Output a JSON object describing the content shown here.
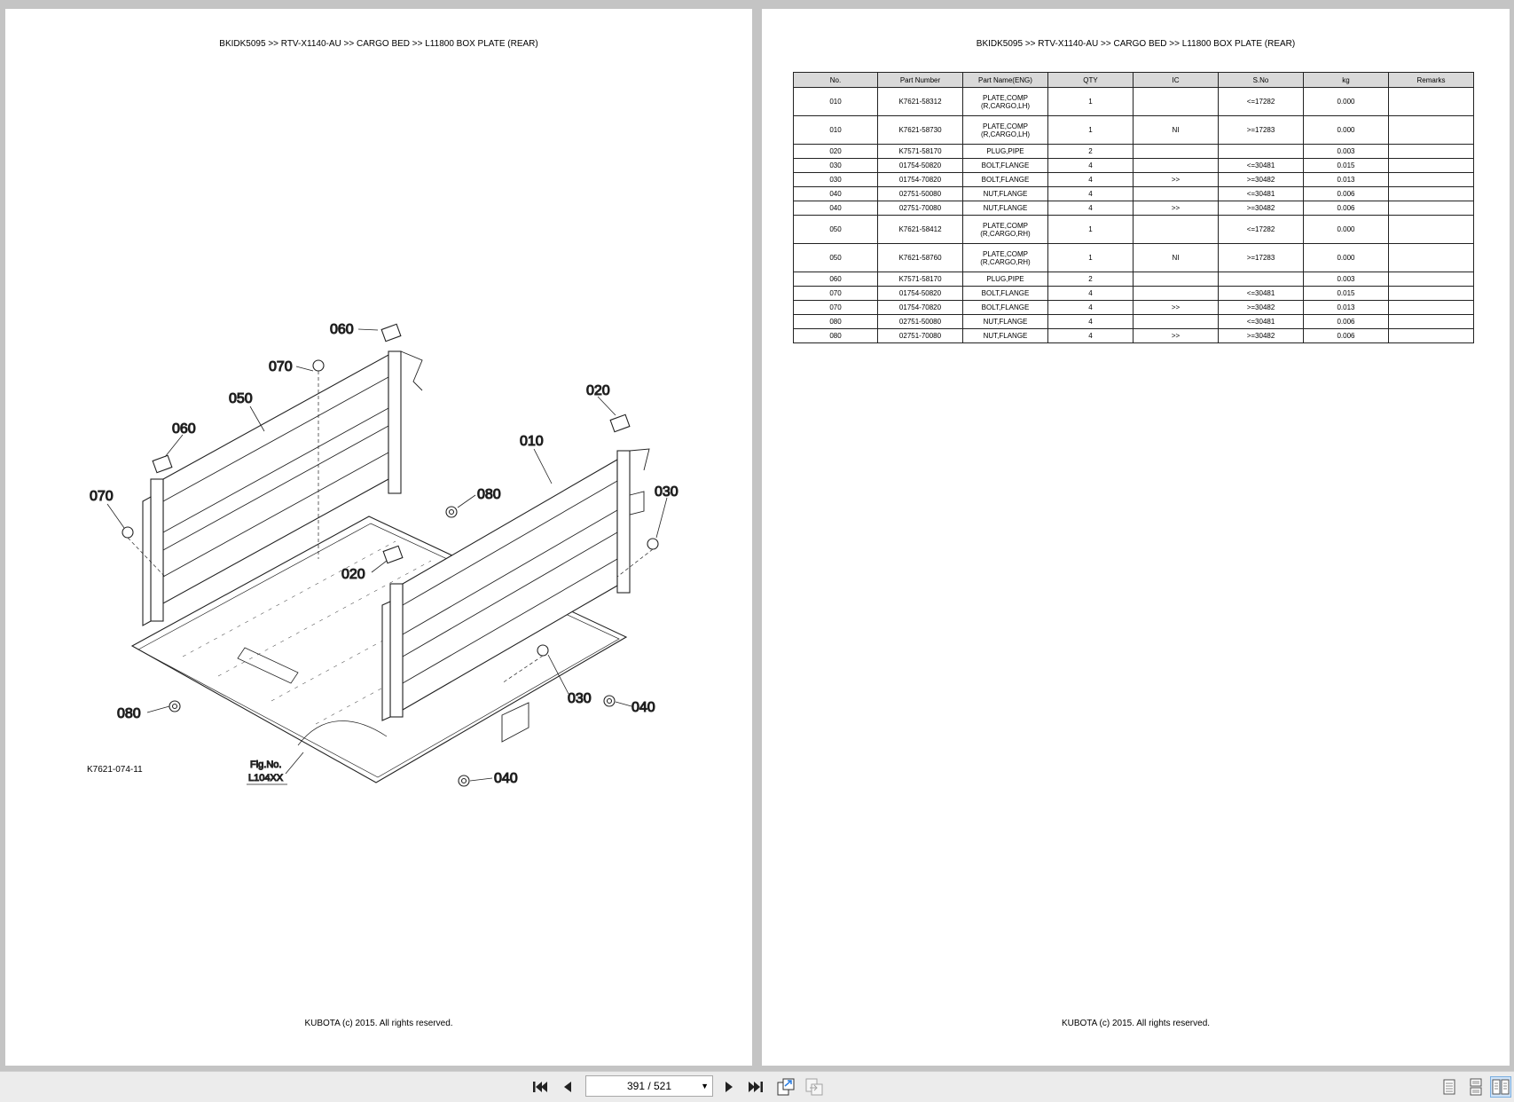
{
  "document": {
    "breadcrumb": "BKIDK5095 >> RTV-X1140-AU >> CARGO BED >> L11800   BOX PLATE (REAR)",
    "footer": "KUBOTA (c) 2015. All rights reserved.",
    "figure_code": "K7621-074-11",
    "fig_no_label": "Fig.No.",
    "fig_no_value": "L104XX",
    "callouts": {
      "c060a": "060",
      "c070a": "070",
      "c050": "050",
      "c060b": "060",
      "c070b": "070",
      "c020a": "020",
      "c010": "010",
      "c080a": "080",
      "c030a": "030",
      "c020b": "020",
      "c080b": "080",
      "c030b": "030",
      "c040a": "040",
      "c040b": "040"
    }
  },
  "table": {
    "headers": [
      "No.",
      "Part Number",
      "Part Name(ENG)",
      "QTY",
      "IC",
      "S.No",
      "kg",
      "Remarks"
    ],
    "rows": [
      {
        "no": "010",
        "part": "K7621-58312",
        "name1": "PLATE,COMP",
        "name2": "(R,CARGO,LH)",
        "qty": "1",
        "ic": "",
        "sno": "<=17282",
        "kg": "0.000",
        "remarks": ""
      },
      {
        "no": "010",
        "part": "K7621-58730",
        "name1": "PLATE,COMP",
        "name2": "(R,CARGO,LH)",
        "qty": "1",
        "ic": "NI",
        "sno": ">=17283",
        "kg": "0.000",
        "remarks": ""
      },
      {
        "no": "020",
        "part": "K7571-58170",
        "name1": "PLUG,PIPE",
        "name2": "",
        "qty": "2",
        "ic": "",
        "sno": "",
        "kg": "0.003",
        "remarks": ""
      },
      {
        "no": "030",
        "part": "01754-50820",
        "name1": "BOLT,FLANGE",
        "name2": "",
        "qty": "4",
        "ic": "",
        "sno": "<=30481",
        "kg": "0.015",
        "remarks": ""
      },
      {
        "no": "030",
        "part": "01754-70820",
        "name1": "BOLT,FLANGE",
        "name2": "",
        "qty": "4",
        "ic": ">>",
        "sno": ">=30482",
        "kg": "0.013",
        "remarks": ""
      },
      {
        "no": "040",
        "part": "02751-50080",
        "name1": "NUT,FLANGE",
        "name2": "",
        "qty": "4",
        "ic": "",
        "sno": "<=30481",
        "kg": "0.006",
        "remarks": ""
      },
      {
        "no": "040",
        "part": "02751-70080",
        "name1": "NUT,FLANGE",
        "name2": "",
        "qty": "4",
        "ic": ">>",
        "sno": ">=30482",
        "kg": "0.006",
        "remarks": ""
      },
      {
        "no": "050",
        "part": "K7621-58412",
        "name1": "PLATE,COMP",
        "name2": "(R,CARGO,RH)",
        "qty": "1",
        "ic": "",
        "sno": "<=17282",
        "kg": "0.000",
        "remarks": ""
      },
      {
        "no": "050",
        "part": "K7621-58760",
        "name1": "PLATE,COMP",
        "name2": "(R,CARGO,RH)",
        "qty": "1",
        "ic": "NI",
        "sno": ">=17283",
        "kg": "0.000",
        "remarks": ""
      },
      {
        "no": "060",
        "part": "K7571-58170",
        "name1": "PLUG,PIPE",
        "name2": "",
        "qty": "2",
        "ic": "",
        "sno": "",
        "kg": "0.003",
        "remarks": ""
      },
      {
        "no": "070",
        "part": "01754-50820",
        "name1": "BOLT,FLANGE",
        "name2": "",
        "qty": "4",
        "ic": "",
        "sno": "<=30481",
        "kg": "0.015",
        "remarks": ""
      },
      {
        "no": "070",
        "part": "01754-70820",
        "name1": "BOLT,FLANGE",
        "name2": "",
        "qty": "4",
        "ic": ">>",
        "sno": ">=30482",
        "kg": "0.013",
        "remarks": ""
      },
      {
        "no": "080",
        "part": "02751-50080",
        "name1": "NUT,FLANGE",
        "name2": "",
        "qty": "4",
        "ic": "",
        "sno": "<=30481",
        "kg": "0.006",
        "remarks": ""
      },
      {
        "no": "080",
        "part": "02751-70080",
        "name1": "NUT,FLANGE",
        "name2": "",
        "qty": "4",
        "ic": ">>",
        "sno": ">=30482",
        "kg": "0.006",
        "remarks": ""
      }
    ]
  },
  "toolbar": {
    "page_indicator": "391 / 521",
    "icons": [
      "first-page-icon",
      "prev-page-icon",
      "page-dropdown-icon",
      "next-page-icon",
      "last-page-icon",
      "fit-page-icon",
      "fit-width-icon",
      "single-page-view-icon",
      "continuous-view-icon",
      "two-page-view-icon"
    ]
  }
}
